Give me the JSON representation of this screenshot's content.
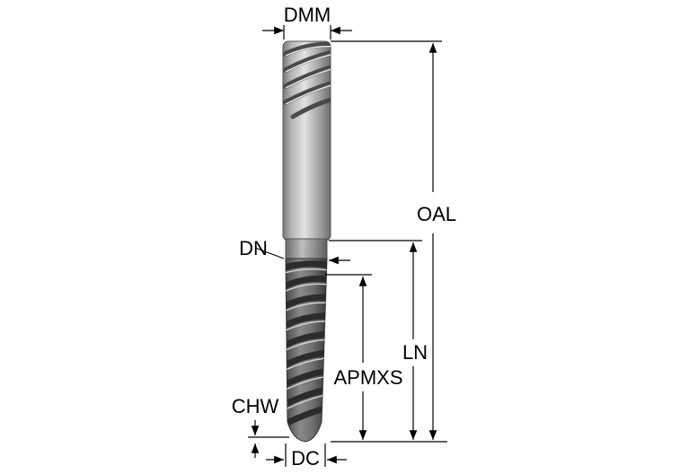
{
  "diagram": {
    "labels": {
      "dmm": "DMM",
      "oal": "OAL",
      "dn": "DN",
      "ln": "LN",
      "apmxs": "APMXS",
      "chw": "CHW",
      "dc": "DC"
    },
    "colors": {
      "background": "#ffffff",
      "line": "#000000",
      "tool_light": "#c9c9c9",
      "tool_mid": "#8f8f8f",
      "tool_dark": "#3d3d3d"
    }
  }
}
